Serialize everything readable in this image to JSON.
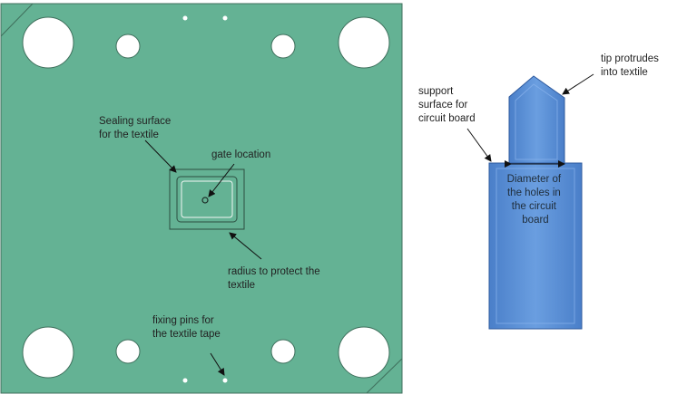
{
  "colors": {
    "plate": "#64b294",
    "plate_edge": "#3f6f5c",
    "hole": "#ffffff",
    "pin_fill": "#5b8fd6",
    "pin_edge": "#2e5a9e",
    "pin_text": "#1f2d3a",
    "arrow": "#111111"
  },
  "icons": {
    "arrow": "arrow-icon"
  },
  "labels": {
    "sealing_surface": [
      "Sealing surface",
      "for the textile"
    ],
    "gate_location": [
      "gate location"
    ],
    "radius": [
      "radius to protect the",
      "textile"
    ],
    "fixing_pins": [
      "fixing pins for",
      "the textile tape"
    ],
    "support_surface": [
      "support",
      "surface for",
      "circuit board"
    ],
    "tip": [
      "tip protrudes",
      "into textile"
    ],
    "diameter": [
      "Diameter of",
      "the holes in",
      "the circuit",
      "board"
    ]
  }
}
